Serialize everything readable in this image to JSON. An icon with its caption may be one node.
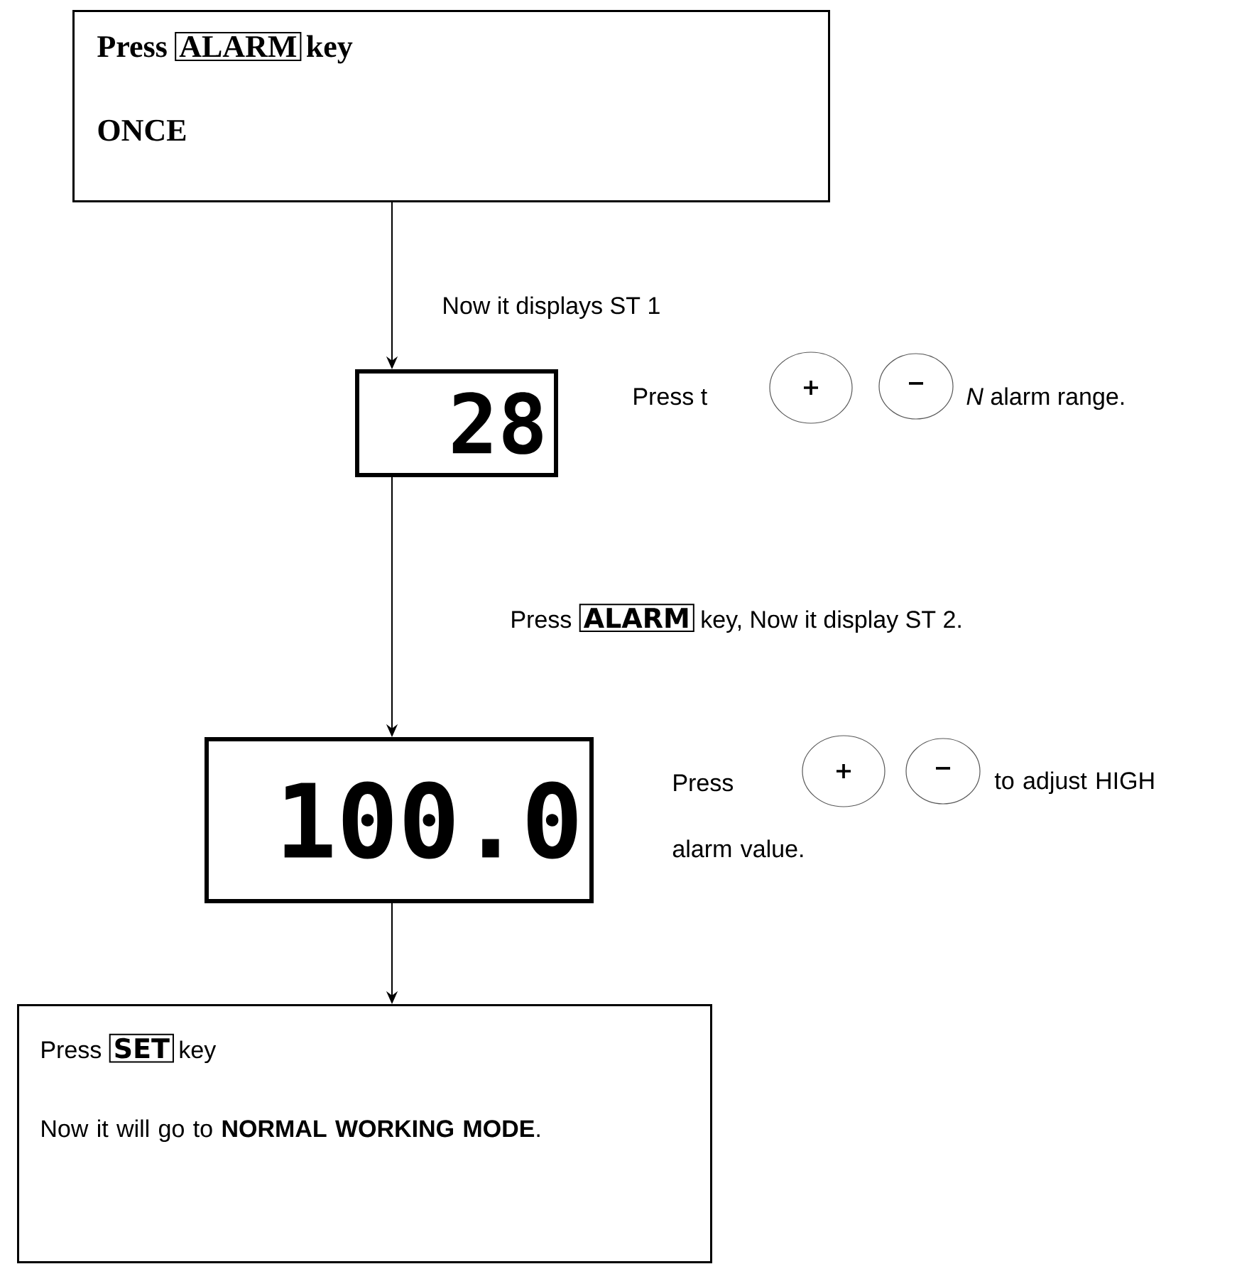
{
  "diagram": {
    "nodes": [
      {
        "text": [
          "Press",
          "key",
          "ONCE"
        ]
      },
      {
        "text": [
          "ALARM"
        ],
        "in": 0
      },
      {
        "text": [
          "28"
        ]
      },
      {
        "text": [
          "+"
        ]
      },
      {
        "text": [
          "−"
        ]
      },
      {
        "text": [
          "ALARM"
        ]
      },
      {
        "text": [
          "100.0"
        ]
      },
      {
        "text": [
          "+"
        ]
      },
      {
        "text": [
          "−"
        ]
      },
      {
        "text": [
          "Press",
          "key",
          "Now it will go to **NORMAL WORKING MODE**."
        ]
      },
      {
        "text": [
          "SET"
        ],
        "in": 9
      }
    ],
    "edges": [
      {
        "from": 0,
        "to": 2,
        "arrow": "to"
      },
      {
        "from": 2,
        "to": 6,
        "arrow": "to"
      },
      {
        "from": 6,
        "to": 9,
        "arrow": "to"
      }
    ],
    "labels": [
      "Now it displays ST 1",
      "Press t",
      "*N* alarm range.",
      "Press",
      "key, Now it display ST 2.",
      "Press",
      "to adjust HIGH alarm value."
    ]
  }
}
